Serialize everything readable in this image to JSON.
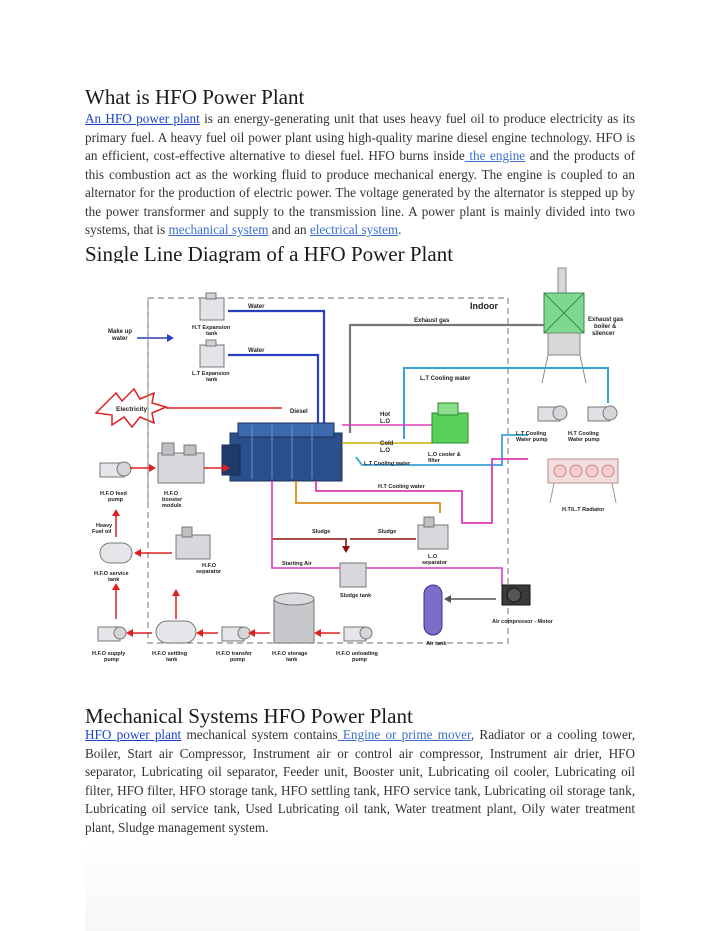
{
  "section1": {
    "title": "What is HFO Power Plant",
    "link_text": "An HFO power plant",
    "text_a": " is an energy-generating unit that uses heavy fuel oil to produce electricity as its primary fuel. A heavy fuel oil power plant using high-quality marine diesel engine technology. HFO is an efficient, cost-effective alternative to diesel fuel. HFO burns inside",
    "engine_link": " the engine",
    "text_b": " and the products of this combustion act as the working fluid to produce mechanical energy. The engine is coupled to an alternator for the production of electric power. The voltage generated by the alternator is stepped up by the power transformer and supply to the transmission line. A power plant is mainly divided into two systems, that is ",
    "mech_link": "mechanical system",
    "text_c": " and an ",
    "elec_link": "electrical system",
    "text_d": "."
  },
  "section2": {
    "title": "Single Line Diagram of a HFO Power Plant",
    "labels": {
      "indoor": "Indoor",
      "water1": "Water",
      "water2": "Water",
      "exhaust_gas": "Exhaust gas",
      "exhaust_boiler_1": "Exhaust gas",
      "exhaust_boiler_2": "boiler &",
      "exhaust_boiler_3": "silencer",
      "makeup_1": "Make up",
      "makeup_2": "water",
      "ht_exp_1": "H.T Expansion",
      "ht_exp_2": "tank",
      "lt_exp_1": "L.T Expansion",
      "lt_exp_2": "tank",
      "lt_cooling_water_top": "L.T Cooling water",
      "electricity": "Electricity",
      "diesel": "Diesel",
      "hot_lo_1": "Hot",
      "hot_lo_2": "L.O",
      "cold_lo_1": "Cold",
      "cold_lo_2": "L.O",
      "lo_cooler_1": "L.O cooler &",
      "lo_cooler_2": "filter",
      "lt_cooling_water_mid": "L.T Cooling water",
      "lt_pump_1": "L.T Cooling",
      "lt_pump_2": "Water pump",
      "ht_pump_1": "H.T Cooling",
      "ht_pump_2": "Water pump",
      "ht_cooling_water": "H.T Cooling water",
      "hfo_feed_1": "H.F.O feed",
      "hfo_feed_2": "pump",
      "hfo_booster_1": "H.F.O",
      "hfo_booster_2": "booster",
      "hfo_booster_3": "module",
      "radiator": "H.T/L.T Radiator",
      "heavy_fuel_1": "Heavy",
      "heavy_fuel_2": "Fuel oil",
      "sludge1": "Sludge",
      "sludge2": "Sludge",
      "lo_sep_1": "L.O",
      "lo_sep_2": "separator",
      "hfo_sep_1": "H.F.O",
      "hfo_sep_2": "separator",
      "starting_air": "Starting Air",
      "hfo_service_1": "H.F.O service",
      "hfo_service_2": "tank",
      "sludge_tank": "Sludge tank",
      "air_compressor": "Air compressor - Motor",
      "air_tank": "Air tank",
      "supply_pump_1": "H.F.O supply",
      "supply_pump_2": "pump",
      "settling_1": "H.F.O settling",
      "settling_2": "tank",
      "transfer_1": "H.F.O transfer",
      "transfer_2": "pump",
      "storage_1": "H.F.O storage",
      "storage_2": "tank",
      "unloading_1": "H.F.O unloading",
      "unloading_2": "pump"
    }
  },
  "section3": {
    "title": "Mechanical Systems HFO Power Plant",
    "link_text": "HFO power plant",
    "text_a": " mechanical system contains",
    "engine_link": " Engine or prime mover",
    "text_b": ", Radiator or a cooling tower, Boiler, Start air Compressor, Instrument air or control air compressor, Instrument air drier, HFO separator, Lubricating oil separator, Feeder unit, Booster unit, Lubricating oil cooler, Lubricating oil filter, HFO filter, HFO storage tank, HFO settling tank, HFO service tank, Lubricating oil storage tank, Lubricating oil service tank, Used Lubricating oil tank, Water treatment plant, Oily water treatment plant, Sludge management system."
  },
  "colors": {
    "link": "#1a44c8",
    "water_line": "#2a3fbf",
    "exhaust_line": "#777777",
    "lt_line": "#3aa0d8",
    "ht_line": "#e03ab8",
    "oil_line": "#e08a1a",
    "fuel_line": "#e02020",
    "sludge_line": "#8a1010",
    "lo_line": "#c8b000"
  }
}
